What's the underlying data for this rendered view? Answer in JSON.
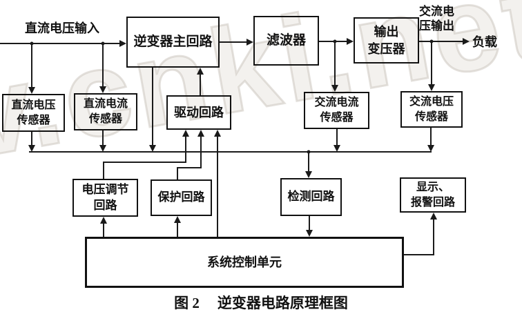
{
  "diagram": {
    "external_labels": {
      "dc_input": "直流电压输入",
      "ac_output": {
        "lines": [
          "交流电",
          "压输出"
        ]
      },
      "load": "负载"
    },
    "blocks": {
      "inverter_main": {
        "lines": [
          "逆变器主回路"
        ]
      },
      "filter": {
        "lines": [
          "滤波器"
        ]
      },
      "output_transformer": {
        "lines": [
          "输出",
          "变压器"
        ]
      },
      "dc_voltage_sensor": {
        "lines": [
          "直流电压",
          "传感器"
        ]
      },
      "dc_current_sensor": {
        "lines": [
          "直流电流",
          "传感器"
        ]
      },
      "drive_circuit": {
        "lines": [
          "驱动回路"
        ]
      },
      "ac_current_sensor": {
        "lines": [
          "交流电流",
          "传感器"
        ]
      },
      "ac_voltage_sensor": {
        "lines": [
          "交流电压",
          "传感器"
        ]
      },
      "voltage_regulation": {
        "lines": [
          "电压调节",
          "回路"
        ]
      },
      "protection": {
        "lines": [
          "保护回路"
        ]
      },
      "detection": {
        "lines": [
          "检测回路"
        ]
      },
      "display_alarm": {
        "lines": [
          "显示、",
          "报警回路"
        ]
      },
      "system_control": {
        "lines": [
          "系统控制单元"
        ]
      }
    },
    "caption": {
      "figure_no": "图 2",
      "title": "逆变器电路原理框图"
    },
    "watermark": {
      "text": "v.cnki.net"
    },
    "colors": {
      "line": "#1a1a1a",
      "background": "#ffffff",
      "watermark": "#c4bcb4"
    }
  }
}
